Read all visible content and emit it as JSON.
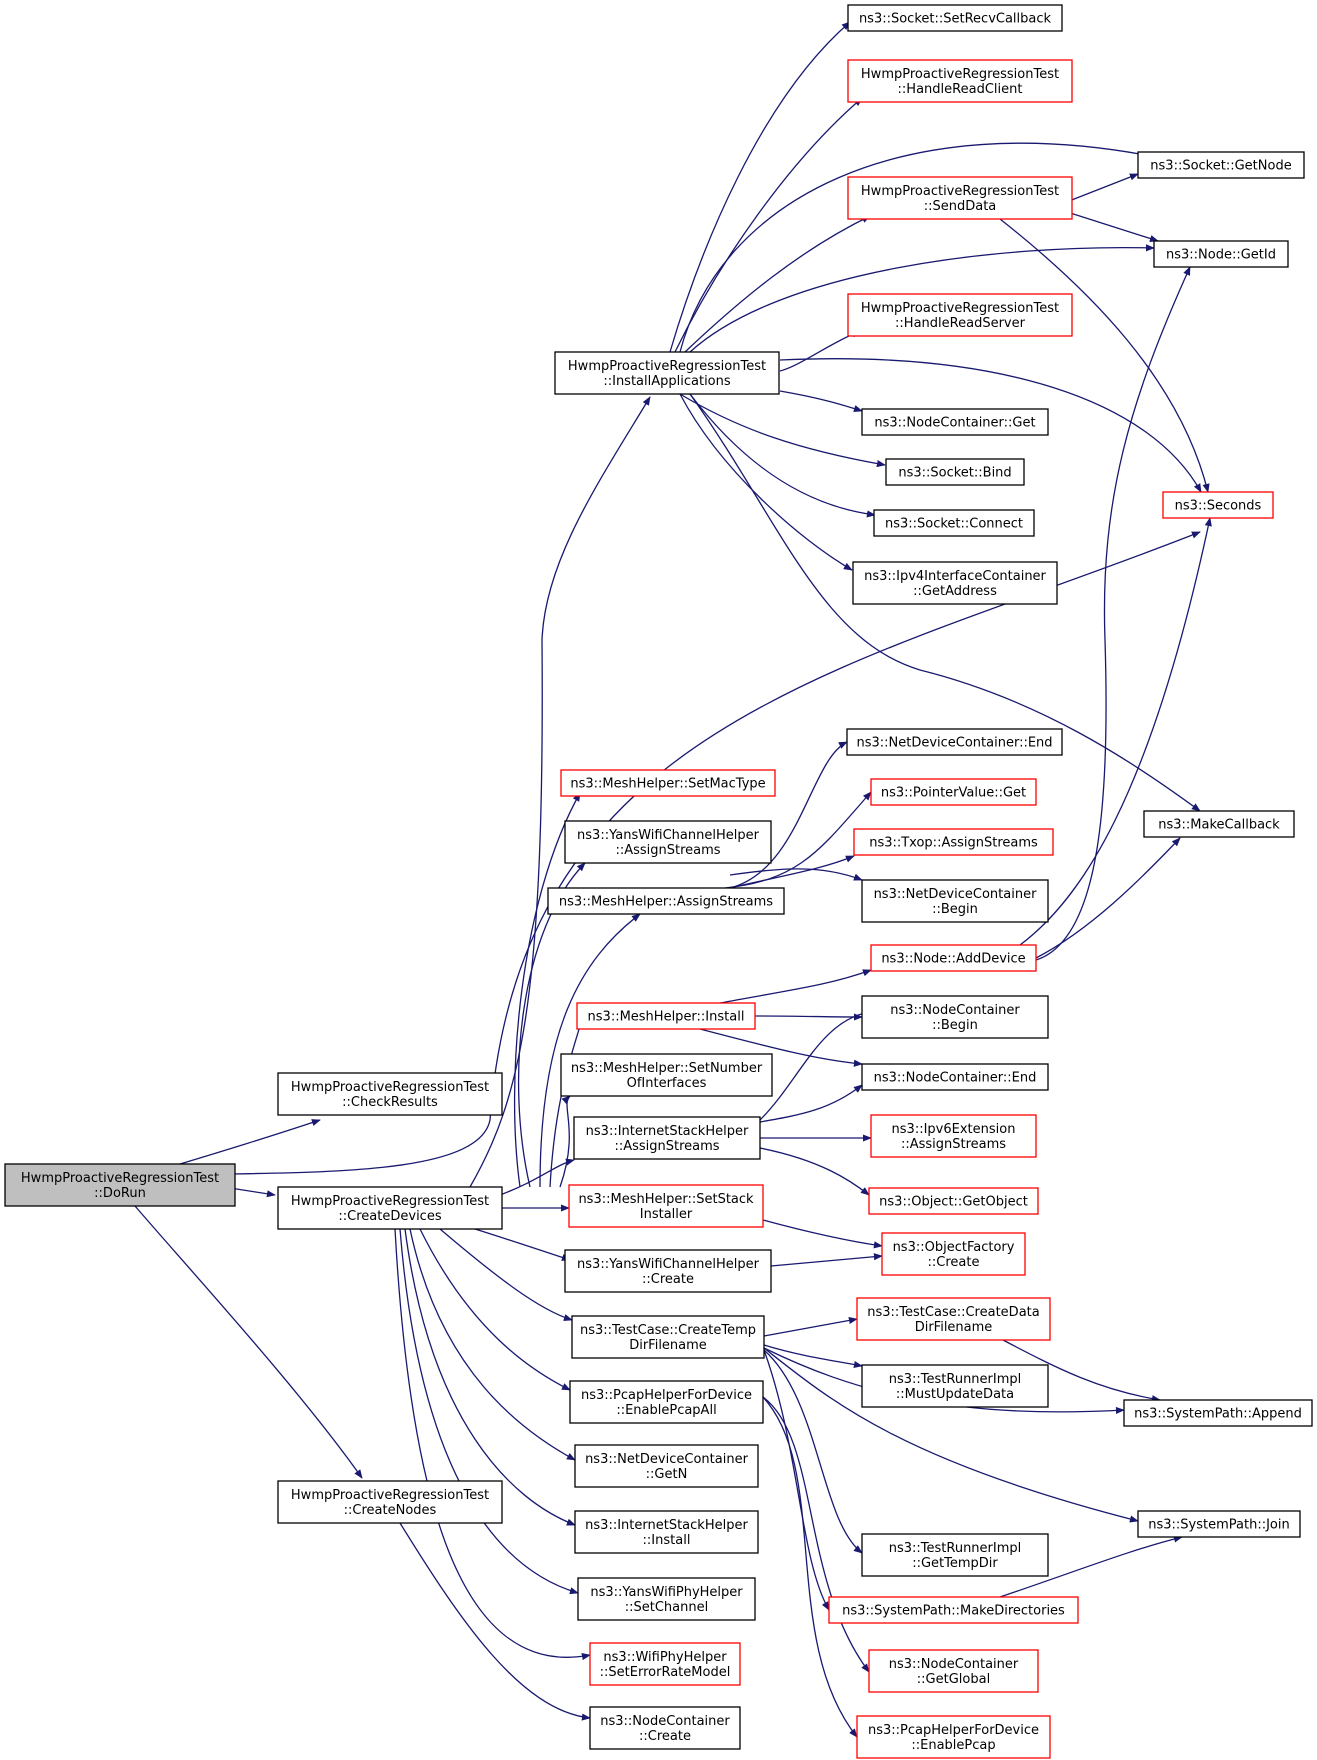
{
  "colors": {
    "edge": "#191970",
    "border": "#000000",
    "border_red": "#ff0000",
    "root_fill": "#bfbfbf",
    "background": "#ffffff"
  },
  "nodes": [
    {
      "id": "dorun",
      "lines": [
        "HwmpProactiveRegressionTest",
        "::DoRun"
      ],
      "root": true
    },
    {
      "id": "checkresults",
      "lines": [
        "HwmpProactiveRegressionTest",
        "::CheckResults"
      ]
    },
    {
      "id": "createdevices",
      "lines": [
        "HwmpProactiveRegressionTest",
        "::CreateDevices"
      ]
    },
    {
      "id": "createnodes",
      "lines": [
        "HwmpProactiveRegressionTest",
        "::CreateNodes"
      ]
    },
    {
      "id": "installapps",
      "lines": [
        "HwmpProactiveRegressionTest",
        "::InstallApplications"
      ]
    },
    {
      "id": "setrecvcb",
      "lines": [
        "ns3::Socket::SetRecvCallback"
      ]
    },
    {
      "id": "handlereadclient",
      "lines": [
        "HwmpProactiveRegressionTest",
        "::HandleReadClient"
      ],
      "red": true
    },
    {
      "id": "getnode",
      "lines": [
        "ns3::Socket::GetNode"
      ]
    },
    {
      "id": "senddata",
      "lines": [
        "HwmpProactiveRegressionTest",
        "::SendData"
      ],
      "red": true
    },
    {
      "id": "getid",
      "lines": [
        "ns3::Node::GetId"
      ]
    },
    {
      "id": "handlereadserver",
      "lines": [
        "HwmpProactiveRegressionTest",
        "::HandleReadServer"
      ],
      "red": true
    },
    {
      "id": "ncget",
      "lines": [
        "ns3::NodeContainer::Get"
      ]
    },
    {
      "id": "bind",
      "lines": [
        "ns3::Socket::Bind"
      ]
    },
    {
      "id": "seconds",
      "lines": [
        "ns3::Seconds"
      ],
      "red": true
    },
    {
      "id": "connect",
      "lines": [
        "ns3::Socket::Connect"
      ]
    },
    {
      "id": "getaddress",
      "lines": [
        "ns3::Ipv4InterfaceContainer",
        "::GetAddress"
      ]
    },
    {
      "id": "ndcend",
      "lines": [
        "ns3::NetDeviceContainer::End"
      ]
    },
    {
      "id": "setmactype",
      "lines": [
        "ns3::MeshHelper::SetMacType"
      ],
      "red": true
    },
    {
      "id": "pvget",
      "lines": [
        "ns3::PointerValue::Get"
      ],
      "red": true
    },
    {
      "id": "makecallback",
      "lines": [
        "ns3::MakeCallback"
      ]
    },
    {
      "id": "ywchassign",
      "lines": [
        "ns3::YansWifiChannelHelper",
        "::AssignStreams"
      ]
    },
    {
      "id": "txopassign",
      "lines": [
        "ns3::Txop::AssignStreams"
      ],
      "red": true
    },
    {
      "id": "mhassign",
      "lines": [
        "ns3::MeshHelper::AssignStreams"
      ]
    },
    {
      "id": "ndcbegin",
      "lines": [
        "ns3::NetDeviceContainer",
        "::Begin"
      ]
    },
    {
      "id": "adddevice",
      "lines": [
        "ns3::Node::AddDevice"
      ],
      "red": true
    },
    {
      "id": "mhinstall",
      "lines": [
        "ns3::MeshHelper::Install"
      ],
      "red": true
    },
    {
      "id": "ncbegin",
      "lines": [
        "ns3::NodeContainer",
        "::Begin"
      ]
    },
    {
      "id": "setnumif",
      "lines": [
        "ns3::MeshHelper::SetNumber",
        "OfInterfaces"
      ]
    },
    {
      "id": "ncend",
      "lines": [
        "ns3::NodeContainer::End"
      ]
    },
    {
      "id": "ishassign",
      "lines": [
        "ns3::InternetStackHelper",
        "::AssignStreams"
      ]
    },
    {
      "id": "ipv6ext",
      "lines": [
        "ns3::Ipv6Extension",
        "::AssignStreams"
      ],
      "red": true
    },
    {
      "id": "getobject",
      "lines": [
        "ns3::Object::GetObject"
      ],
      "red": true
    },
    {
      "id": "setstack",
      "lines": [
        "ns3::MeshHelper::SetStack",
        "Installer"
      ],
      "red": true
    },
    {
      "id": "ofcreate",
      "lines": [
        "ns3::ObjectFactory",
        "::Create"
      ],
      "red": true
    },
    {
      "id": "ywchcreate",
      "lines": [
        "ns3::YansWifiChannelHelper",
        "::Create"
      ]
    },
    {
      "id": "createdatadir",
      "lines": [
        "ns3::TestCase::CreateData",
        "DirFilename"
      ],
      "red": true
    },
    {
      "id": "createtempdir",
      "lines": [
        "ns3::TestCase::CreateTemp",
        "DirFilename"
      ]
    },
    {
      "id": "mustupdate",
      "lines": [
        "ns3::TestRunnerImpl",
        "::MustUpdateData"
      ]
    },
    {
      "id": "append",
      "lines": [
        "ns3::SystemPath::Append"
      ]
    },
    {
      "id": "pcapall",
      "lines": [
        "ns3::PcapHelperForDevice",
        "::EnablePcapAll"
      ]
    },
    {
      "id": "ndcgetn",
      "lines": [
        "ns3::NetDeviceContainer",
        "::GetN"
      ]
    },
    {
      "id": "join",
      "lines": [
        "ns3::SystemPath::Join"
      ]
    },
    {
      "id": "ishinstall",
      "lines": [
        "ns3::InternetStackHelper",
        "::Install"
      ]
    },
    {
      "id": "gettempdir",
      "lines": [
        "ns3::TestRunnerImpl",
        "::GetTempDir"
      ]
    },
    {
      "id": "setchannel",
      "lines": [
        "ns3::YansWifiPhyHelper",
        "::SetChannel"
      ]
    },
    {
      "id": "makedirs",
      "lines": [
        "ns3::SystemPath::MakeDirectories"
      ],
      "red": true
    },
    {
      "id": "seterror",
      "lines": [
        "ns3::WifiPhyHelper",
        "::SetErrorRateModel"
      ],
      "red": true
    },
    {
      "id": "getglobal",
      "lines": [
        "ns3::NodeContainer",
        "::GetGlobal"
      ],
      "red": true
    },
    {
      "id": "nccreate",
      "lines": [
        "ns3::NodeContainer",
        "::Create"
      ]
    },
    {
      "id": "enablepcap",
      "lines": [
        "ns3::PcapHelperForDevice",
        "::EnablePcap"
      ],
      "red": true
    }
  ]
}
